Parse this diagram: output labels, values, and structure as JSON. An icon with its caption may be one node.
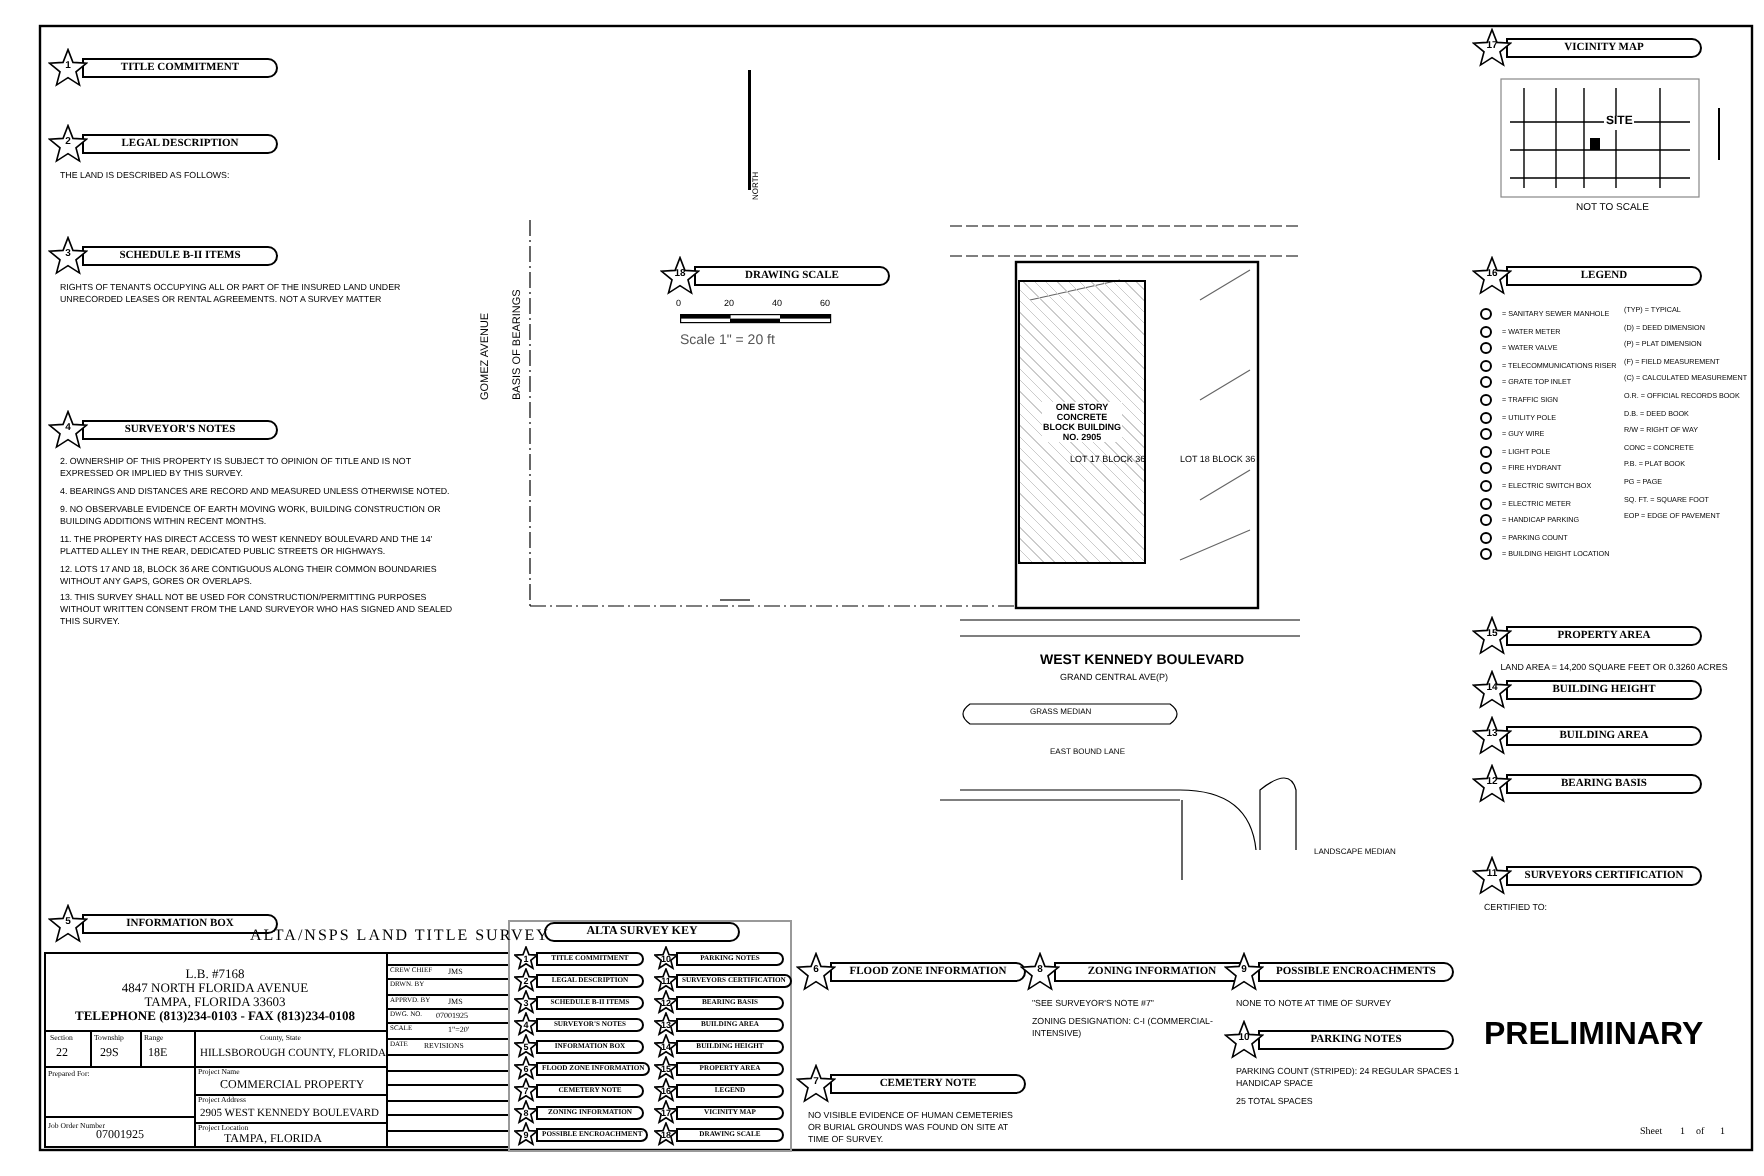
{
  "diagram": {
    "title": "ALTA/NSPS LAND TITLE SURVEY",
    "nodes": [
      {
        "text": [
          "1",
          "TITLE COMMITMENT"
        ]
      },
      {
        "text": [
          "2",
          "LEGAL DESCRIPTION",
          "THE LAND IS DESCRIBED AS FOLLOWS:"
        ]
      },
      {
        "text": [
          "3",
          "SCHEDULE B-II ITEMS",
          "RIGHTS OF TENANTS OCCUPYING ALL OR PART OF THE INSURED LAND UNDER UNRECORDED LEASES OR RENTAL AGREEMENTS. NOT A SURVEY MATTER"
        ]
      },
      {
        "text": [
          "4",
          "SURVEYOR'S NOTES",
          "2. OWNERSHIP OF THIS PROPERTY IS SUBJECT TO OPINION OF TITLE AND IS NOT EXPRESSED OR IMPLIED BY THIS SURVEY.",
          "4. BEARINGS AND DISTANCES ARE RECORD AND MEASURED UNLESS OTHERWISE NOTED.",
          "9. NO OBSERVABLE EVIDENCE OF EARTH MOVING WORK, BUILDING CONSTRUCTION OR BUILDING ADDITIONS WITHIN RECENT MONTHS.",
          "11. THE PROPERTY HAS DIRECT ACCESS TO WEST KENNEDY BOULEVARD AND THE 14' PLATTED ALLEY IN THE REAR, DEDICATED PUBLIC STREETS OR HIGHWAYS.",
          "12. LOTS 17 AND 18, BLOCK 36 ARE CONTIGUOUS ALONG THEIR COMMON BOUNDARIES WITHOUT ANY GAPS, GORES OR OVERLAPS.",
          "13. THIS SURVEY SHALL NOT BE USED FOR CONSTRUCTION/PERMITTING PURPOSES WITHOUT WRITTEN CONSENT FROM THE LAND SURVEYOR WHO HAS SIGNED AND SEALED THIS SURVEY."
        ]
      },
      {
        "text": [
          "5",
          "INFORMATION BOX"
        ]
      },
      {
        "text": [
          "6",
          "FLOOD ZONE INFORMATION"
        ]
      },
      {
        "text": [
          "7",
          "CEMETERY NOTE",
          "NO VISIBLE EVIDENCE OF HUMAN CEMETERIES OR BURIAL GROUNDS WAS FOUND ON SITE AT TIME OF SURVEY."
        ]
      },
      {
        "text": [
          "8",
          "ZONING INFORMATION",
          "\"SEE SURVEYOR'S NOTE #7\"",
          "ZONING DESIGNATION: C-I (COMMERCIAL-INTENSIVE)"
        ]
      },
      {
        "text": [
          "9",
          "POSSIBLE ENCROACHMENTS",
          "NONE TO NOTE AT TIME OF SURVEY"
        ]
      },
      {
        "text": [
          "10",
          "PARKING NOTES",
          "PARKING COUNT (STRIPED): 24 REGULAR SPACES 1 HANDICAP SPACE",
          "25 TOTAL SPACES"
        ]
      },
      {
        "text": [
          "11",
          "SURVEYORS CERTIFICATION",
          "CERTIFIED TO:",
          "PRELIMINARY"
        ]
      },
      {
        "text": [
          "12",
          "BEARING BASIS"
        ]
      },
      {
        "text": [
          "13",
          "BUILDING AREA"
        ]
      },
      {
        "text": [
          "14",
          "BUILDING HEIGHT"
        ]
      },
      {
        "text": [
          "15",
          "PROPERTY AREA",
          "LAND AREA = 14,200 SQUARE FEET OR 0.3260 ACRES"
        ]
      },
      {
        "text": [
          "16",
          "LEGEND"
        ]
      },
      {
        "text": [
          "17",
          "VICINITY MAP",
          "SITE",
          "NOT TO SCALE"
        ]
      },
      {
        "text": [
          "18",
          "DRAWING SCALE",
          "Scale 1\" = 20 ft"
        ]
      },
      {
        "text": [
          "ALTA SURVEY KEY"
        ]
      },
      {
        "text": [
          "1",
          "TITLE COMMITMENT"
        ],
        "in": 18
      },
      {
        "text": [
          "2",
          "LEGAL DESCRIPTION"
        ],
        "in": 18
      },
      {
        "text": [
          "3",
          "SCHEDULE B-II ITEMS"
        ],
        "in": 18
      },
      {
        "text": [
          "4",
          "SURVEYOR'S NOTES"
        ],
        "in": 18
      },
      {
        "text": [
          "5",
          "INFORMATION BOX"
        ],
        "in": 18
      },
      {
        "text": [
          "6",
          "FLOOD ZONE INFORMATION"
        ],
        "in": 18
      },
      {
        "text": [
          "7",
          "CEMETERY NOTE"
        ],
        "in": 18
      },
      {
        "text": [
          "8",
          "ZONING INFORMATION"
        ],
        "in": 18
      },
      {
        "text": [
          "9",
          "POSSIBLE ENCROACHMENT"
        ],
        "in": 18
      },
      {
        "text": [
          "10",
          "PARKING NOTES"
        ],
        "in": 18
      },
      {
        "text": [
          "11",
          "SURVEYORS CERTIFICATION"
        ],
        "in": 18
      },
      {
        "text": [
          "12",
          "BEARING BASIS"
        ],
        "in": 18
      },
      {
        "text": [
          "13",
          "BUILDING AREA"
        ],
        "in": 18
      },
      {
        "text": [
          "14",
          "BUILDING HEIGHT"
        ],
        "in": 18
      },
      {
        "text": [
          "15",
          "PROPERTY AREA"
        ],
        "in": 18
      },
      {
        "text": [
          "16",
          "LEGEND"
        ],
        "in": 18
      },
      {
        "text": [
          "17",
          "VICINITY MAP"
        ],
        "in": 18
      },
      {
        "text": [
          "18",
          "DRAWING SCALE"
        ],
        "in": 18
      },
      {
        "text": [
          "ONE STORY CONCRETE BLOCK BUILDING NO. 2905"
        ]
      }
    ],
    "labels": [
      "NORTH",
      "GOMEZ AVENUE",
      "BASIS OF BEARINGS",
      "LOT 17 BLOCK 36",
      "LOT 18 BLOCK 36",
      "WEST KENNEDY BOULEVARD",
      "GRAND CENTRAL AVE(P)",
      "GRASS MEDIAN",
      "EAST BOUND LANE",
      "LANDSCAPE MEDIAN",
      "0",
      "20",
      "40",
      "60",
      "L.B. #7168",
      "4847 NORTH FLORIDA AVENUE",
      "TAMPA, FLORIDA 33603",
      "TELEPHONE (813)234-0103 - FAX (813)234-0108",
      "Section",
      "Township",
      "Range",
      "22",
      "29S",
      "18E",
      "County, State",
      "HILLSBOROUGH COUNTY, FLORIDA",
      "Prepared For:",
      "Project Name",
      "COMMERCIAL PROPERTY",
      "Project Address",
      "2905 WEST KENNEDY BOULEVARD",
      "Job Order Number",
      "07001925",
      "Project Location",
      "TAMPA, FLORIDA",
      "CREW CHIEF",
      "JMS",
      "DRWN. BY",
      "APPRVD. BY",
      "JMS",
      "DWG. NO.",
      "07001925",
      "SCALE",
      "1\"=20'",
      "DATE",
      "REVISIONS",
      "Sheet",
      "1",
      "of",
      "1",
      "(TYP) = TYPICAL",
      "(D) = DEED DIMENSION",
      "(P) = PLAT DIMENSION",
      "(F) = FIELD MEASUREMENT",
      "(C) = CALCULATED MEASUREMENT",
      "O.R. = OFFICIAL RECORDS BOOK",
      "D.B. = DEED BOOK",
      "R/W = RIGHT OF WAY",
      "CONC = CONCRETE",
      "P.B. = PLAT BOOK",
      "PG = PAGE",
      "SQ. FT. = SQUARE FOOT",
      "EOP = EDGE OF PAVEMENT"
    ],
    "legend": [
      {
        "text": "= SANITARY SEWER MANHOLE"
      },
      {
        "text": "= WATER METER"
      },
      {
        "text": "= WATER VALVE"
      },
      {
        "text": "= TELECOMMUNICATIONS RISER"
      },
      {
        "text": "= GRATE TOP INLET"
      },
      {
        "text": "= TRAFFIC SIGN"
      },
      {
        "text": "= UTILITY POLE"
      },
      {
        "text": "= GUY WIRE"
      },
      {
        "text": "= LIGHT POLE"
      },
      {
        "text": "= FIRE HYDRANT"
      },
      {
        "text": "= ELECTRIC SWITCH BOX"
      },
      {
        "text": "= ELECTRIC METER"
      },
      {
        "text": "= HANDICAP PARKING"
      },
      {
        "text": "= PARKING COUNT"
      },
      {
        "text": "= BUILDING HEIGHT LOCATION"
      }
    ]
  }
}
